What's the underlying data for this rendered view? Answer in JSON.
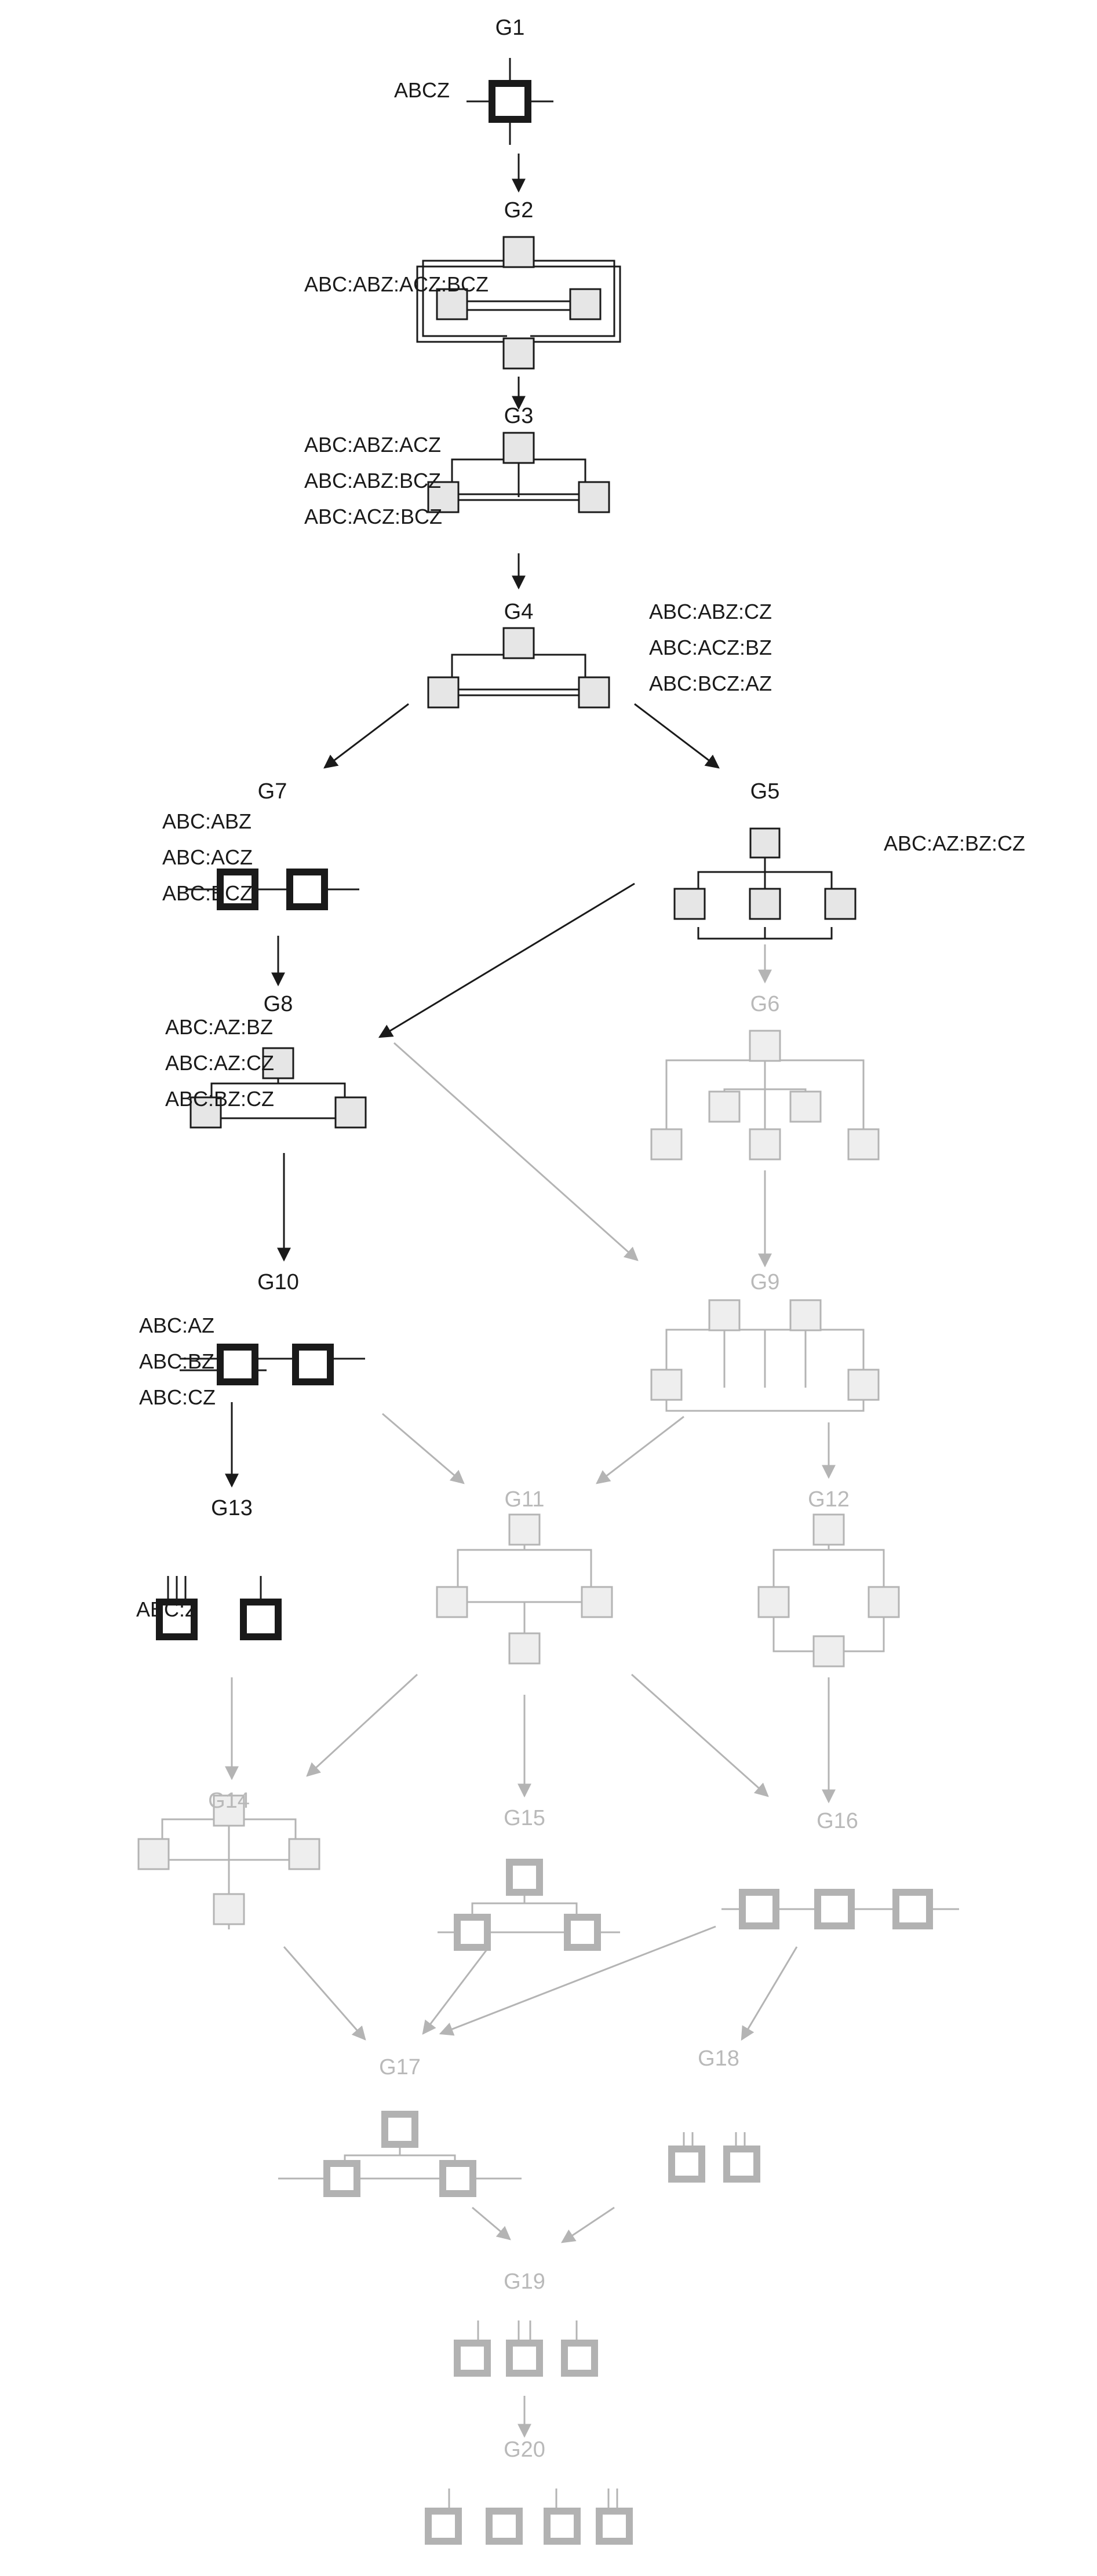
{
  "colors": {
    "dark": "#1a1a1a",
    "dark_fill": "#e6e6e6",
    "faded_stroke": "#b4b4b4",
    "faded_text": "#b9b9b9",
    "faded_fill": "#eeeeee",
    "faded_thick": "#b2b2b2"
  },
  "nodes": {
    "G1": {
      "name": "G1",
      "labels": [
        "ABCZ"
      ]
    },
    "G2": {
      "name": "G2",
      "labels": [
        "ABC:ABZ:ACZ:BCZ"
      ]
    },
    "G3": {
      "name": "G3",
      "labels": [
        "ABC:ABZ:ACZ",
        "ABC:ABZ:BCZ",
        "ABC:ACZ:BCZ"
      ]
    },
    "G4": {
      "name": "G4",
      "labels": [
        "ABC:ABZ:CZ",
        "ABC:ACZ:BZ",
        "ABC:BCZ:AZ"
      ]
    },
    "G5": {
      "name": "G5",
      "labels": [
        "ABC:AZ:BZ:CZ"
      ]
    },
    "G6": {
      "name": "G6",
      "labels": []
    },
    "G7": {
      "name": "G7",
      "labels": [
        "ABC:ABZ",
        "ABC:ACZ",
        "ABC:BCZ"
      ]
    },
    "G8": {
      "name": "G8",
      "labels": [
        "ABC:AZ:BZ",
        "ABC:AZ:CZ",
        "ABC:BZ:CZ"
      ]
    },
    "G9": {
      "name": "G9",
      "labels": []
    },
    "G10": {
      "name": "G10",
      "labels": [
        "ABC:AZ",
        "ABC:BZ",
        "ABC:CZ"
      ]
    },
    "G11": {
      "name": "G11",
      "labels": []
    },
    "G12": {
      "name": "G12",
      "labels": []
    },
    "G13": {
      "name": "G13",
      "labels": [
        "ABC:Z"
      ]
    },
    "G14": {
      "name": "G14",
      "labels": []
    },
    "G15": {
      "name": "G15",
      "labels": []
    },
    "G16": {
      "name": "G16",
      "labels": []
    },
    "G17": {
      "name": "G17",
      "labels": []
    },
    "G18": {
      "name": "G18",
      "labels": []
    },
    "G19": {
      "name": "G19",
      "labels": []
    },
    "G20": {
      "name": "G20",
      "labels": []
    }
  },
  "edges": [
    [
      "G1",
      "G2"
    ],
    [
      "G2",
      "G3"
    ],
    [
      "G3",
      "G4"
    ],
    [
      "G4",
      "G7"
    ],
    [
      "G4",
      "G5"
    ],
    [
      "G5",
      "G8"
    ],
    [
      "G7",
      "G8"
    ],
    [
      "G5",
      "G6"
    ],
    [
      "G8",
      "G10"
    ],
    [
      "G8",
      "G9"
    ],
    [
      "G6",
      "G9"
    ],
    [
      "G10",
      "G13"
    ],
    [
      "G10",
      "G11"
    ],
    [
      "G9",
      "G11"
    ],
    [
      "G9",
      "G12"
    ],
    [
      "G13",
      "G14"
    ],
    [
      "G11",
      "G14"
    ],
    [
      "G11",
      "G15"
    ],
    [
      "G11",
      "G16"
    ],
    [
      "G12",
      "G16"
    ],
    [
      "G14",
      "G17"
    ],
    [
      "G15",
      "G17"
    ],
    [
      "G16",
      "G17"
    ],
    [
      "G16",
      "G18"
    ],
    [
      "G17",
      "G19"
    ],
    [
      "G18",
      "G19"
    ],
    [
      "G19",
      "G20"
    ]
  ]
}
